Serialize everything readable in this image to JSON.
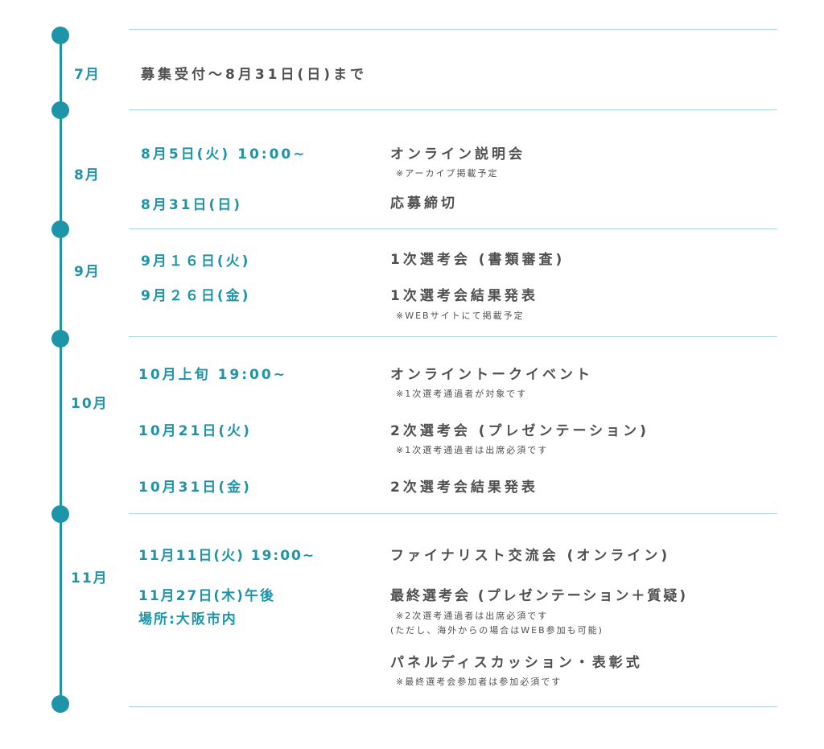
{
  "colors": {
    "accent": "#1e94a8",
    "text": "#505050",
    "divider": "#aad6df"
  },
  "months": {
    "m7": "7月",
    "m8": "8月",
    "m9": "9月",
    "m10": "10月",
    "m11": "11月"
  },
  "jul": {
    "event": "募集受付〜8月31日(日)まで"
  },
  "aug": {
    "d1": "8月5日(火) 10:00~",
    "e1": "オンライン説明会",
    "n1": "※アーカイブ掲載予定",
    "d2": "8月31日(日)",
    "e2": "応募締切"
  },
  "sep": {
    "d1": "9月１６日(火)",
    "e1": "1次選考会 (書類審査)",
    "d2": "9月２６日(金)",
    "e2": "1次選考会結果発表",
    "n2": "※WEBサイトにて掲載予定"
  },
  "oct": {
    "d1": "10月上旬 19:00~",
    "e1": "オンライントークイベント",
    "n1": "※1次選考通過者が対象です",
    "d2": "10月21日(火)",
    "e2": "2次選考会 (プレゼンテーション)",
    "n2": "※1次選考通過者は出席必須です",
    "d3": "10月31日(金)",
    "e3": "2次選考会結果発表"
  },
  "nov": {
    "d1": "11月11日(火) 19:00~",
    "e1": "ファイナリスト交流会 (オンライン)",
    "d2": "11月27日(木)午後",
    "d2b": "場所:大阪市内",
    "e2": "最終選考会 (プレゼンテーション＋質疑)",
    "n2a": "※2次選考通過者は出席必須です",
    "n2b": "(ただし、海外からの場合はWEB参加も可能)",
    "e3": "パネルディスカッション・表彰式",
    "n3": "※最終選考会参加者は参加必須です"
  }
}
